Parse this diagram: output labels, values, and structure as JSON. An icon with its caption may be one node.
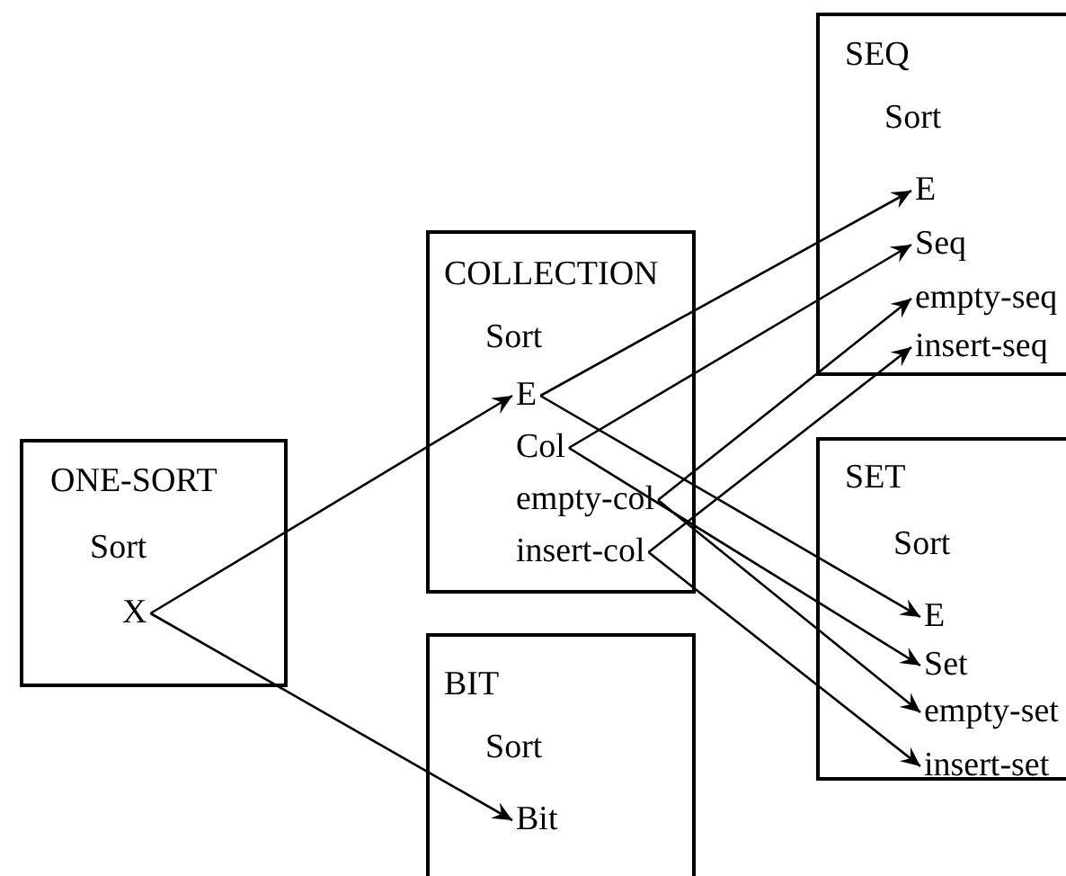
{
  "diagram": {
    "nodes": [
      {
        "text": [
          "ONE-SORT",
          "Sort"
        ]
      },
      {
        "text": [
          "X"
        ],
        "in": 0
      },
      {
        "text": [
          "COLLECTION",
          "Sort"
        ]
      },
      {
        "text": [
          "E"
        ],
        "in": 2
      },
      {
        "text": [
          "Col"
        ],
        "in": 2
      },
      {
        "text": [
          "empty-col"
        ],
        "in": 2
      },
      {
        "text": [
          "insert-col"
        ],
        "in": 2
      },
      {
        "text": [
          "BIT",
          "Sort"
        ]
      },
      {
        "text": [
          "Bit"
        ],
        "in": 7
      },
      {
        "text": [
          "SEQ",
          "Sort"
        ]
      },
      {
        "text": [
          "E"
        ],
        "in": 9
      },
      {
        "text": [
          "Seq"
        ],
        "in": 9
      },
      {
        "text": [
          "empty-seq"
        ],
        "in": 9
      },
      {
        "text": [
          "insert-seq"
        ],
        "in": 9
      },
      {
        "text": [
          "SET",
          "Sort"
        ]
      },
      {
        "text": [
          "E"
        ],
        "in": 14
      },
      {
        "text": [
          "Set"
        ],
        "in": 14
      },
      {
        "text": [
          "empty-set"
        ],
        "in": 14
      },
      {
        "text": [
          "insert-set"
        ],
        "in": 14
      }
    ],
    "edges": [
      {
        "from": 1,
        "to": 3,
        "arrow": "to"
      },
      {
        "from": 1,
        "to": 8,
        "arrow": "to"
      },
      {
        "from": 3,
        "to": 10,
        "arrow": "to"
      },
      {
        "from": 3,
        "to": 15,
        "arrow": "to"
      },
      {
        "from": 4,
        "to": 11,
        "arrow": "to"
      },
      {
        "from": 4,
        "to": 16,
        "arrow": "to"
      },
      {
        "from": 5,
        "to": 12,
        "arrow": "to"
      },
      {
        "from": 5,
        "to": 17,
        "arrow": "to"
      },
      {
        "from": 6,
        "to": 13,
        "arrow": "to"
      },
      {
        "from": 6,
        "to": 18,
        "arrow": "to"
      }
    ]
  }
}
